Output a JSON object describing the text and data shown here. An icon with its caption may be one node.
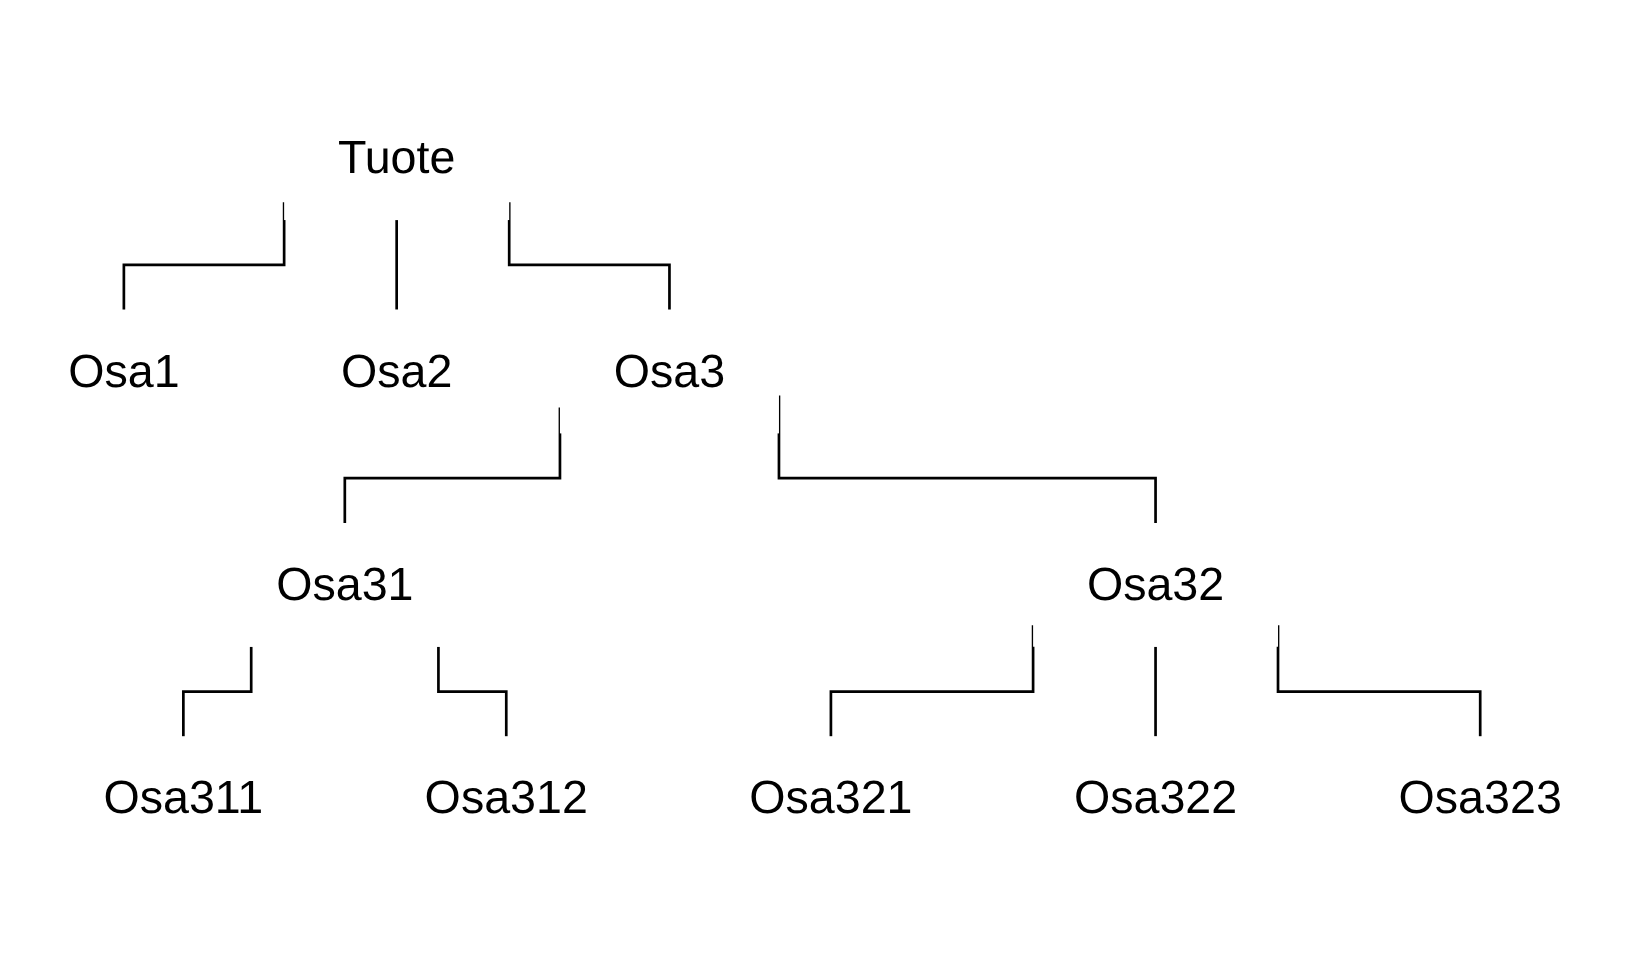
{
  "diagram": {
    "nodes": [
      {
        "text": [
          "Tuote"
        ]
      },
      {
        "text": [
          "Osa1"
        ]
      },
      {
        "text": [
          "Osa2"
        ]
      },
      {
        "text": [
          "Osa3"
        ]
      },
      {
        "text": [
          "Osa31"
        ]
      },
      {
        "text": [
          "Osa32"
        ]
      },
      {
        "text": [
          "Osa311"
        ]
      },
      {
        "text": [
          "Osa312"
        ]
      },
      {
        "text": [
          "Osa321"
        ]
      },
      {
        "text": [
          "Osa322"
        ]
      },
      {
        "text": [
          "Osa323"
        ]
      }
    ],
    "edges": [
      {
        "from": 0,
        "to": 1,
        "arrow": "none"
      },
      {
        "from": 0,
        "to": 2,
        "arrow": "none"
      },
      {
        "from": 0,
        "to": 3,
        "arrow": "none"
      },
      {
        "from": 3,
        "to": 4,
        "arrow": "none"
      },
      {
        "from": 3,
        "to": 5,
        "arrow": "none"
      },
      {
        "from": 4,
        "to": 6,
        "arrow": "none"
      },
      {
        "from": 4,
        "to": 7,
        "arrow": "none"
      },
      {
        "from": 5,
        "to": 8,
        "arrow": "none"
      },
      {
        "from": 5,
        "to": 9,
        "arrow": "none"
      },
      {
        "from": 5,
        "to": 10,
        "arrow": "none"
      }
    ]
  }
}
